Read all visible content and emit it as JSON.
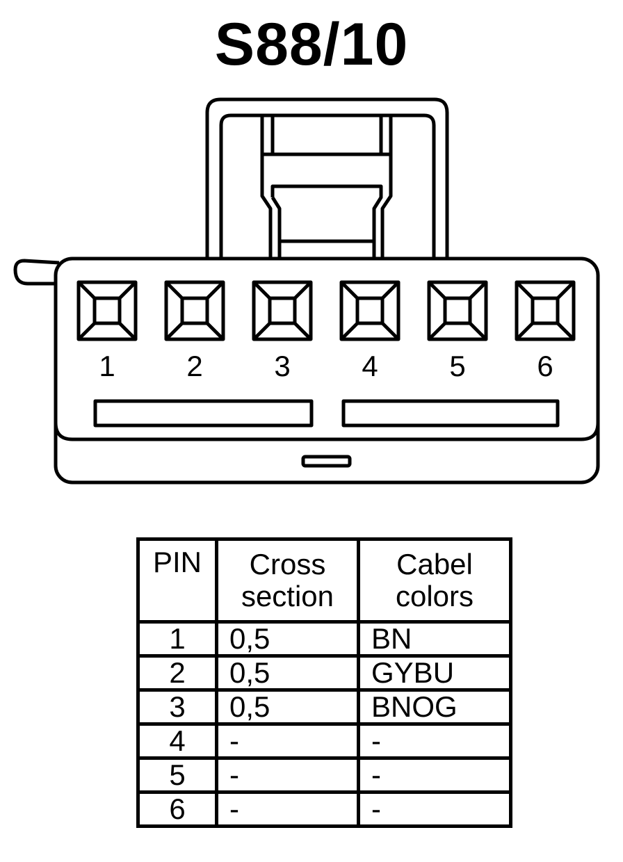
{
  "title": "S88/10",
  "connector": {
    "pin_labels": [
      "1",
      "2",
      "3",
      "4",
      "5",
      "6"
    ]
  },
  "table": {
    "headers": {
      "pin": "PIN",
      "cross_line1": "Cross",
      "cross_line2": "section",
      "color_line1": "Cabel",
      "color_line2": "colors"
    },
    "rows": [
      {
        "pin": "1",
        "cross": "0,5",
        "color": "BN"
      },
      {
        "pin": "2",
        "cross": "0,5",
        "color": "GYBU"
      },
      {
        "pin": "3",
        "cross": "0,5",
        "color": "BNOG"
      },
      {
        "pin": "4",
        "cross": "-",
        "color": "-"
      },
      {
        "pin": "5",
        "cross": "-",
        "color": "-"
      },
      {
        "pin": "6",
        "cross": "-",
        "color": "-"
      }
    ]
  }
}
